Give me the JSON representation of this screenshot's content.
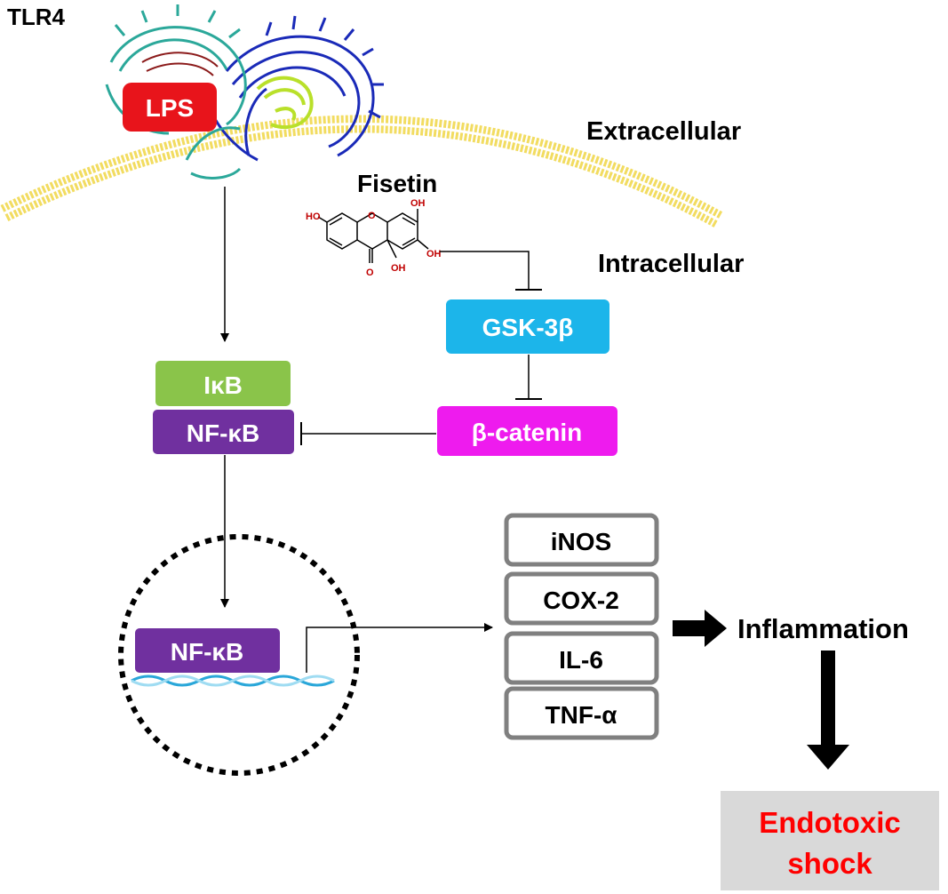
{
  "labels": {
    "tlr4": "TLR4",
    "lps": "LPS",
    "extracellular": "Extracellular",
    "intracellular": "Intracellular",
    "fisetin": "Fisetin",
    "gsk3b": "GSK-3β",
    "bcatenin": "β-catenin",
    "ikb": "IκB",
    "nfkb_cyto": "NF-κB",
    "nfkb_nucleus": "NF-κB",
    "inflammation": "Inflammation",
    "endotoxic_line1": "Endotoxic",
    "endotoxic_line2": "shock"
  },
  "genes": [
    "iNOS",
    "COX-2",
    "IL-6",
    "TNF-α"
  ],
  "molecule_atoms": [
    "HO",
    "O",
    "OH",
    "OH",
    "O",
    "OH"
  ],
  "colors": {
    "lps": "#e8141b",
    "gsk3b": "#1cb5ea",
    "bcatenin": "#ee1bee",
    "ikb": "#8ac44a",
    "nfkb": "#70309f",
    "shock_bg": "#d9d9d9",
    "shock_text": "#ff0000",
    "gene_border": "#808080",
    "membrane": "#f2dc60",
    "dna_a": "#2aa7d9",
    "dna_b": "#9fdcf2",
    "protein_blue": "#1a2ab8",
    "protein_teal": "#2ba89a",
    "protein_lime": "#b9e02a"
  }
}
